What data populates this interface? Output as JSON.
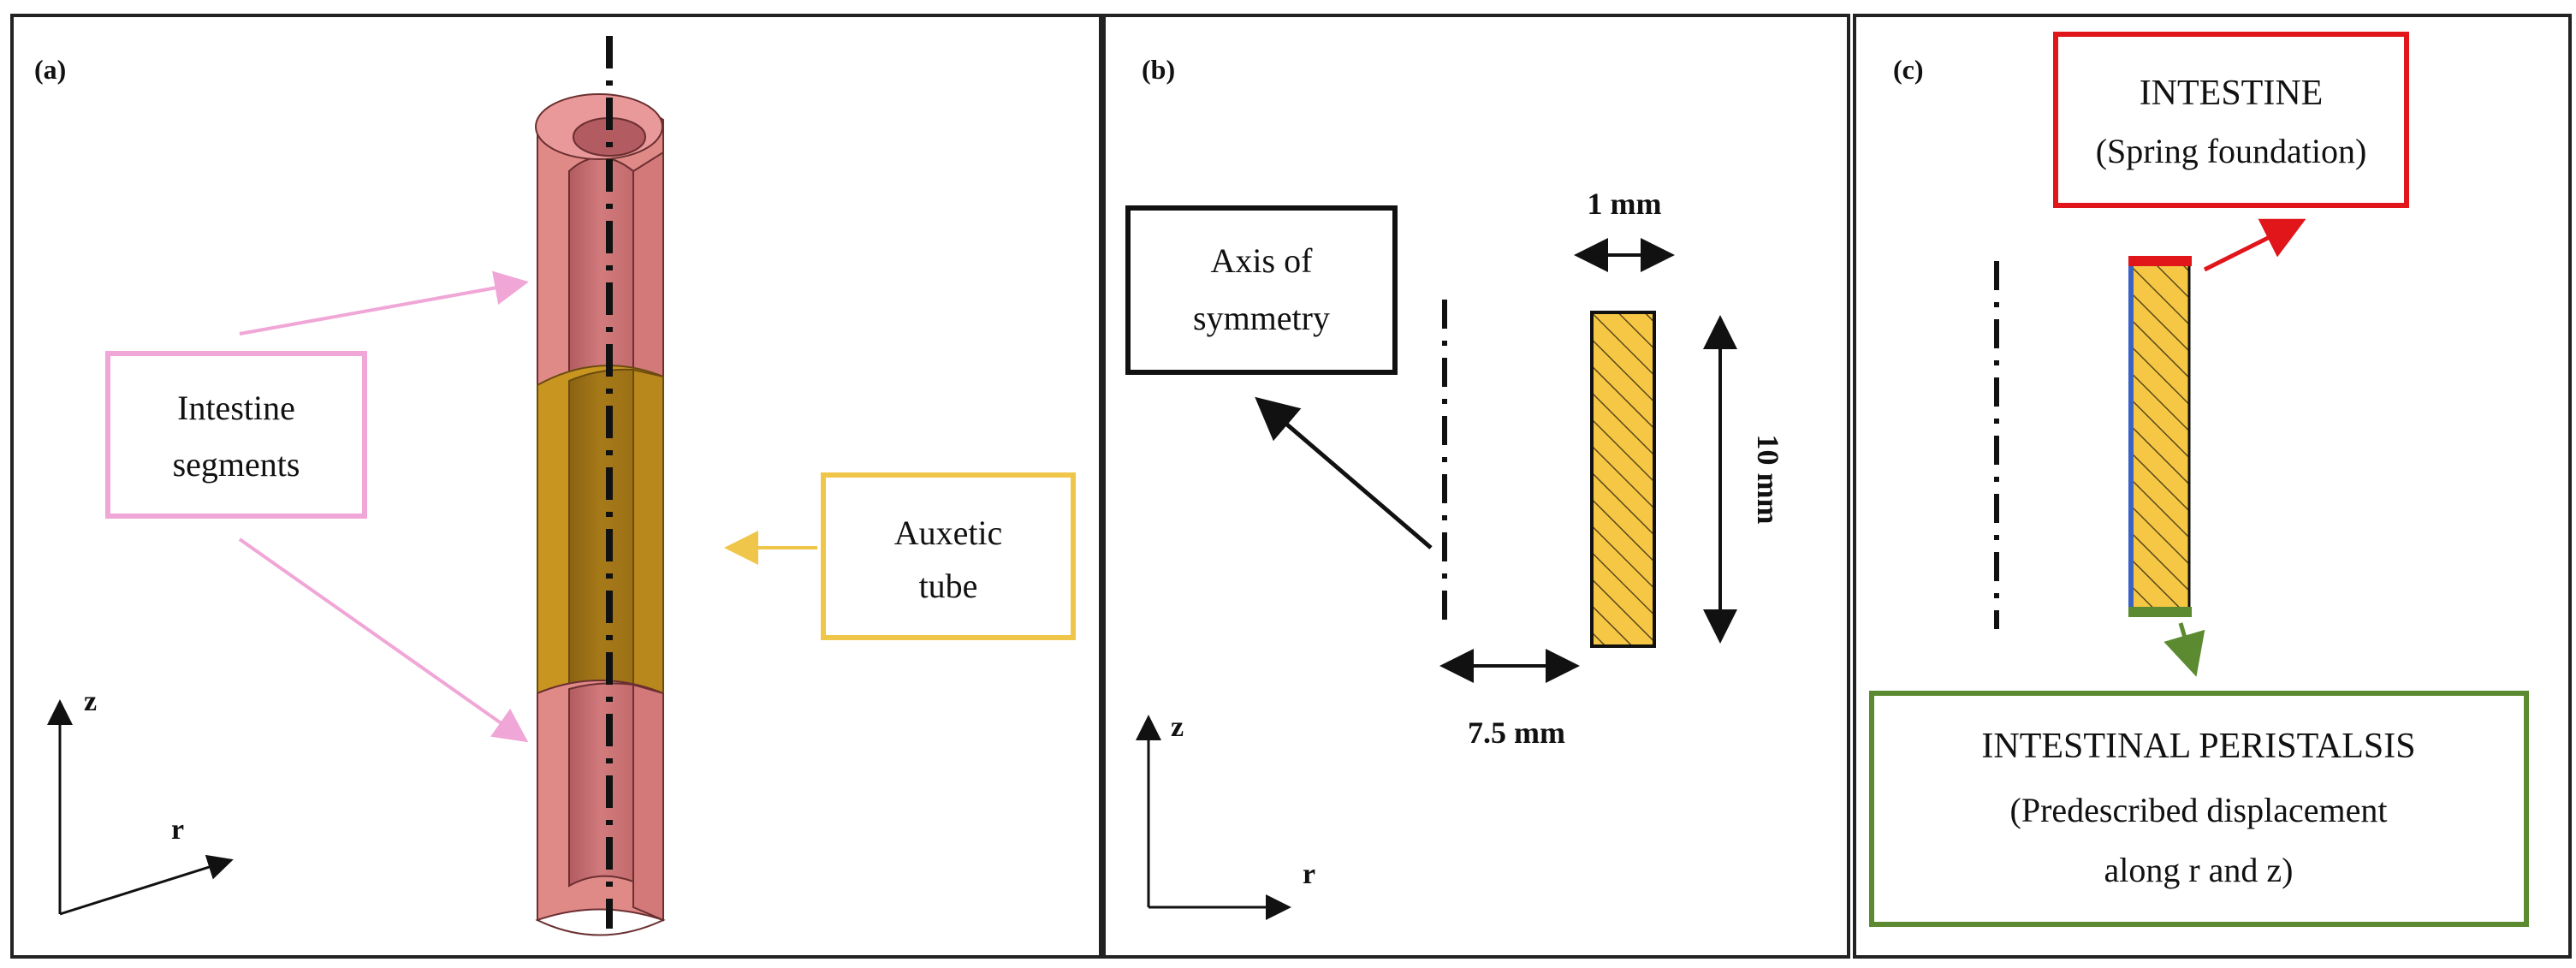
{
  "panels": {
    "a": {
      "label": "(a)",
      "intestine_box_line1": "Intestine",
      "intestine_box_line2": "segments",
      "auxetic_box_line1": "Auxetic",
      "auxetic_box_line2": "tube",
      "axis_z": "z",
      "axis_r": "r"
    },
    "b": {
      "label": "(b)",
      "axis_box_line1": "Axis of",
      "axis_box_line2": "symmetry",
      "width_label": "1 mm",
      "height_label": "10 mm",
      "offset_label": "7.5 mm",
      "axis_z": "z",
      "axis_r": "r"
    },
    "c": {
      "label": "(c)",
      "intestine_line1": "INTESTINE",
      "intestine_line2": "(Spring foundation)",
      "peristalsis_line1": "INTESTINAL PERISTALSIS",
      "peristalsis_line2": "(Predescribed displacement",
      "peristalsis_line3": "along r and z)"
    }
  },
  "colors": {
    "intestine": "#e08a88",
    "intestine_dark": "#c9706e",
    "auxetic": "#c99521",
    "auxetic_dark": "#a77a18",
    "pink_arrow": "#f0a6d6",
    "yellow_box": "#f0c64a",
    "hatch_fill": "#f6c744",
    "red": "#e0161b",
    "green": "#5b8a30",
    "blue_edge": "#3a63c4"
  }
}
